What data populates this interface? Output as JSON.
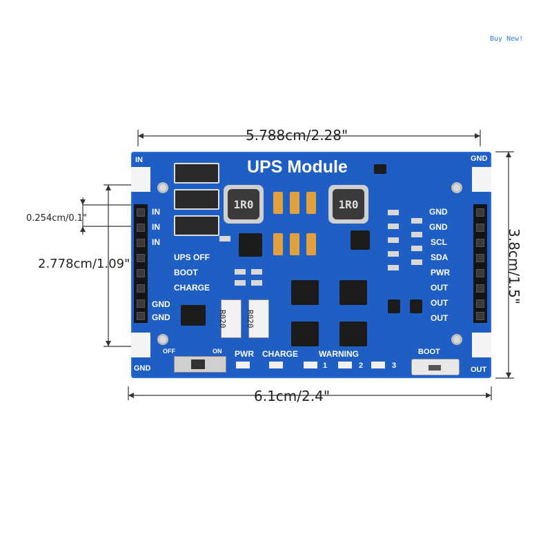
{
  "badge": "Buy  New!",
  "dimensions": {
    "top_width": "5.788cm/2.28\"",
    "bottom_width": "6.1cm/2.4\"",
    "right_height": "3.8cm/1.5\"",
    "left_height": "2.778cm/1.09\"",
    "pin_pitch": "0.254cm/0.1\""
  },
  "board": {
    "title": "UPS Module",
    "corner_in": "IN",
    "corner_gnd_top": "GND",
    "corner_gnd_bottom": "GND",
    "corner_out": "OUT",
    "left_pins": [
      "IN",
      "IN",
      "IN",
      "UPS OFF",
      "BOOT",
      "CHARGE",
      "GND",
      "GND"
    ],
    "right_pins": [
      "GND",
      "GND",
      "SCL",
      "SDA",
      "PWR",
      "OUT",
      "OUT",
      "OUT"
    ],
    "inductor_label": "1R0",
    "resistor_label": "R020",
    "switch_off": "OFF",
    "switch_on": "ON",
    "led_labels": [
      "PWR",
      "CHARGE",
      "WARNING"
    ],
    "led_numbers": [
      "1",
      "2",
      "3"
    ],
    "boot_button_label": "BOOT"
  }
}
